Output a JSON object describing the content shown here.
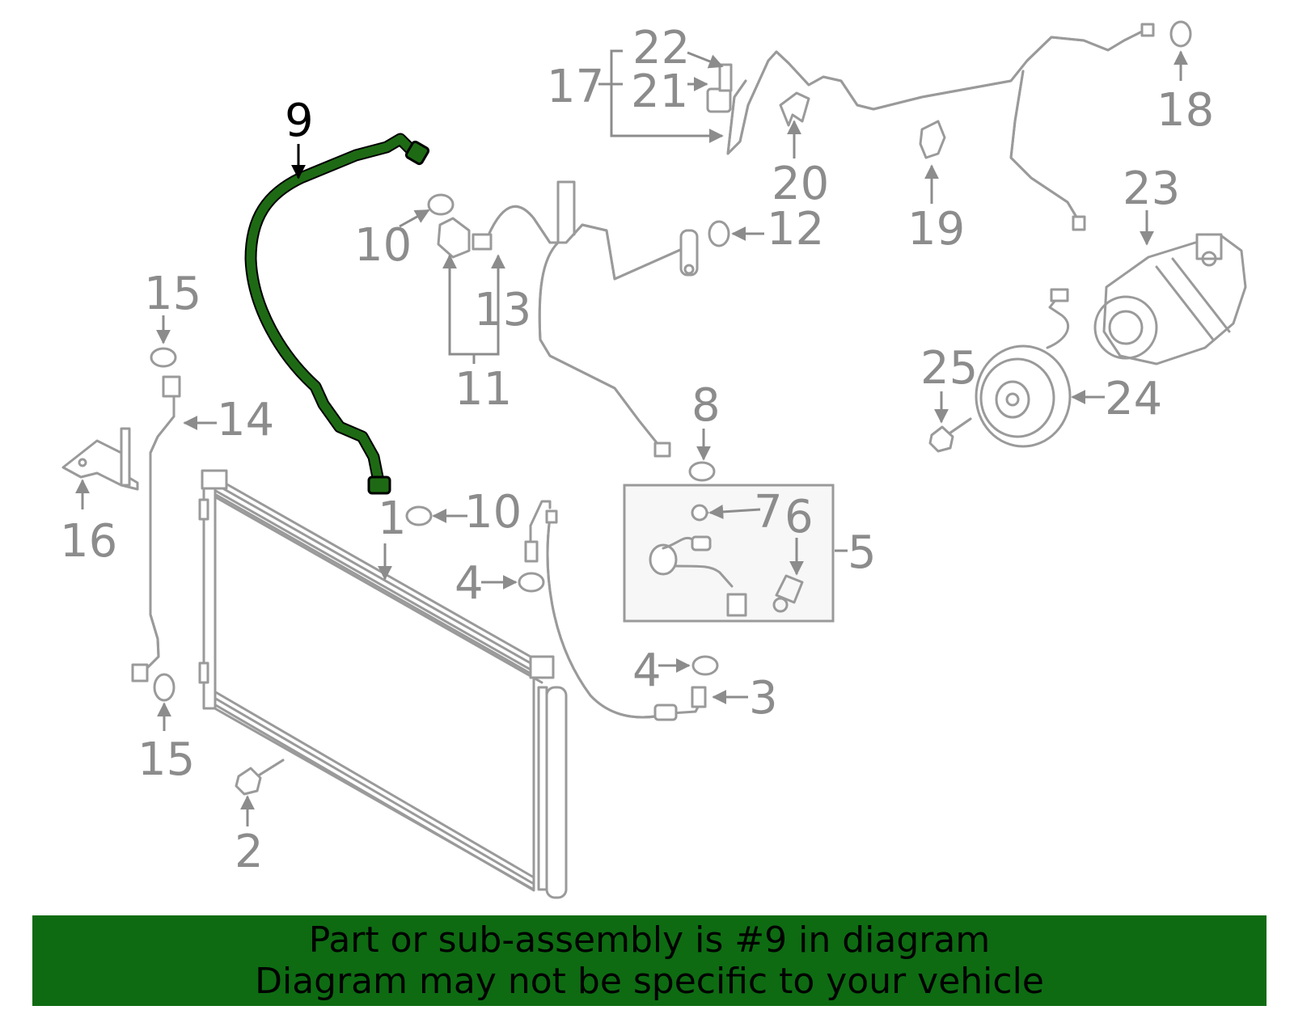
{
  "callouts": {
    "c1": "1",
    "c2": "2",
    "c3": "3",
    "c4a": "4",
    "c4b": "4",
    "c5": "5",
    "c6": "6",
    "c7": "7",
    "c8": "8",
    "c9": "9",
    "c10a": "10",
    "c10b": "10",
    "c11": "11",
    "c12": "12",
    "c13": "13",
    "c14": "14",
    "c15a": "15",
    "c15b": "15",
    "c16": "16",
    "c17": "17",
    "c18": "18",
    "c19": "19",
    "c20": "20",
    "c21": "21",
    "c22": "22",
    "c23": "23",
    "c24": "24",
    "c25": "25"
  },
  "banner": {
    "line1": "Part or sub-assembly is #9 in diagram",
    "line2": "Diagram may not be specific to your vehicle"
  },
  "colors": {
    "highlight_part": "#1e6a14",
    "banner_bg": "#0e6b12",
    "part_gray": "#9a9a9a"
  }
}
